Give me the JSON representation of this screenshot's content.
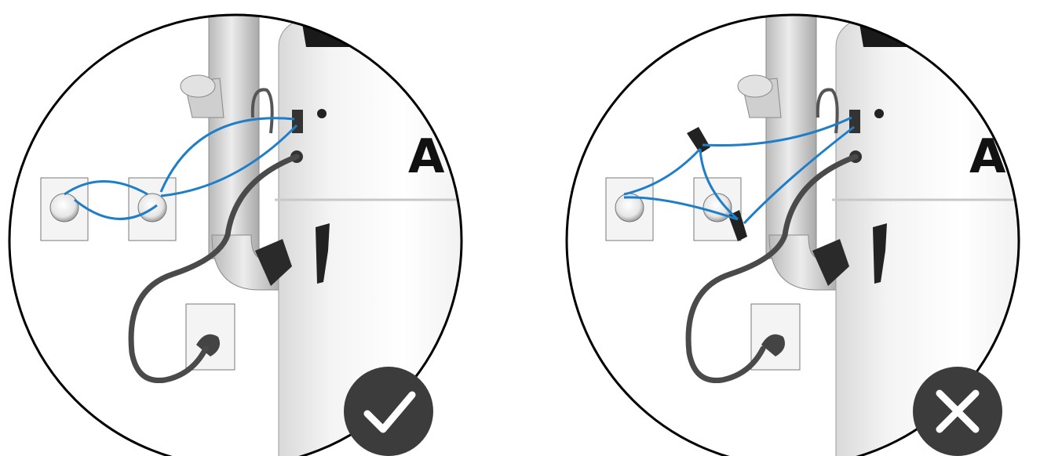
{
  "panels": [
    {
      "id": "correct",
      "status": "correct",
      "status_icon": "checkmark-icon",
      "brand_text": "Au"
    },
    {
      "id": "incorrect",
      "status": "incorrect",
      "status_icon": "x-mark-icon",
      "brand_text": "Au"
    }
  ],
  "colors": {
    "wire": "#1e7ec8",
    "power_cord": "#4a4a4a",
    "badge": "#3c3c3c",
    "outline": "#000000"
  }
}
